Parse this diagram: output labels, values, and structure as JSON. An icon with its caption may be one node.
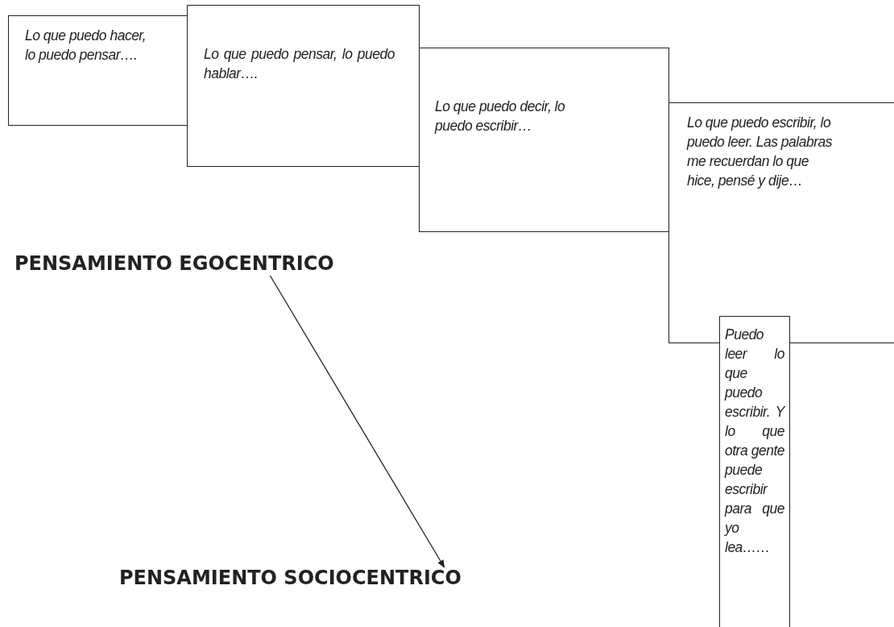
{
  "diagram": {
    "nodes": [
      {
        "text": [
          "Lo que puedo hacer, lo puedo pensar…."
        ]
      },
      {
        "text": [
          "Lo que puedo pensar, lo puedo hablar…."
        ]
      },
      {
        "text": [
          "Lo que puedo decir, lo puedo escribir…"
        ]
      },
      {
        "text": [
          "Lo que puedo escribir, lo puedo leer. Las palabras me recuerdan lo que hice, pensé y dije…"
        ]
      },
      {
        "text": [
          "Puedo leer lo que puedo escribir. Y lo que otra gente puede escribir para que yo lea……"
        ]
      },
      {
        "text": [
          "PENSAMIENTO EGOCENTRICO"
        ]
      },
      {
        "text": [
          "PENSAMIENTO SOCIOCENTRICO"
        ]
      }
    ],
    "edges": [
      {
        "from": 5,
        "to": 6,
        "arrow": "to"
      }
    ]
  }
}
